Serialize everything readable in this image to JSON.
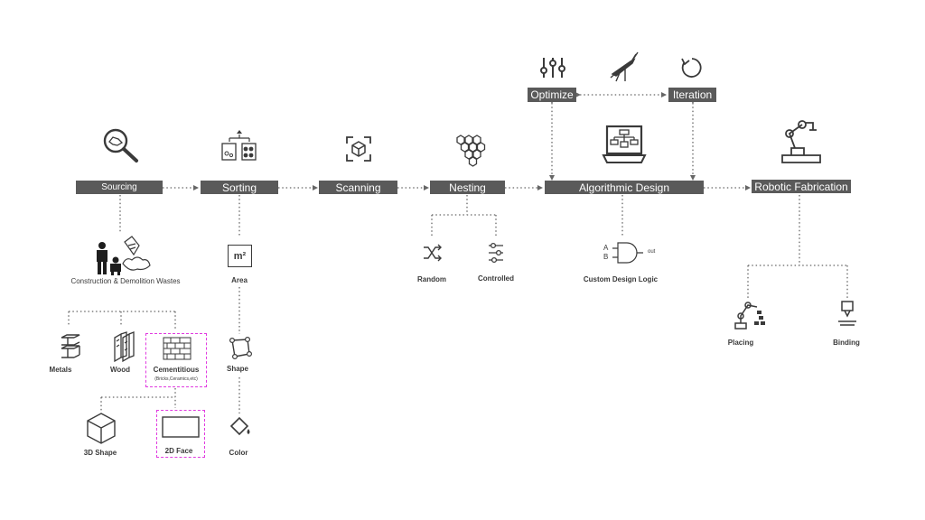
{
  "stages": {
    "sourcing": "Sourcing",
    "sorting": "Sorting",
    "scanning": "Scanning",
    "nesting": "Nesting",
    "algorithmic_design": "Algorithmic  Design",
    "robotic_fabrication": "Robotic Fabrication",
    "optimize": "Optimize",
    "iteration": "Iteration"
  },
  "sourcing_branch": {
    "source_label": "Construction & Demolition Wastes",
    "materials": [
      "Metals",
      "Wood",
      "Cementitious"
    ],
    "cementitious_note": "(Bricks,Ceramics,etc)",
    "shape_types": [
      "3D Shape",
      "2D Face"
    ]
  },
  "sorting_branch": [
    "Area",
    "Shape",
    "Color"
  ],
  "area_icon_text": "m²",
  "nesting_branch": [
    "Random",
    "Controlled"
  ],
  "design_branch": {
    "label": "Custom Design Logic",
    "gate_inputs": [
      "A",
      "B"
    ],
    "gate_output": "out"
  },
  "fabrication_branch": [
    "Placing",
    "Binding"
  ],
  "colors": {
    "box": "#5a5a5a",
    "connector": "#666666",
    "highlight": "#e13be0",
    "icon": "#3a3a3a"
  }
}
